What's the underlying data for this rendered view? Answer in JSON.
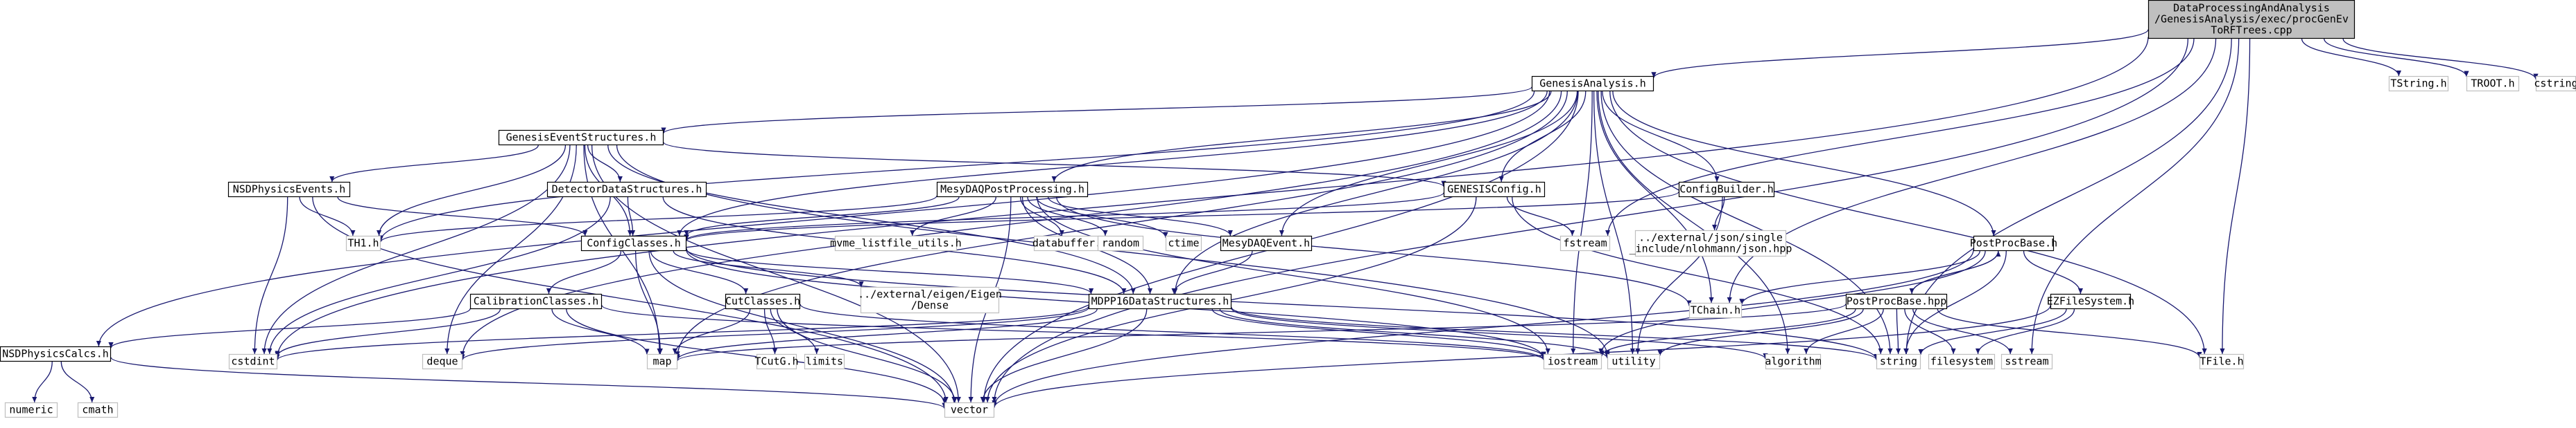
{
  "colors": {
    "edge": "#191970",
    "node_border": "#000000",
    "external_border": "#bfbfbf",
    "root_fill": "#bfbfbf",
    "node_fill": "#ffffff"
  },
  "nodes": [
    {
      "id": "root",
      "lines": [
        "DataProcessingAndAnalysis",
        "/GenesisAnalysis/exec/procGenEv",
        "ToRFTrees.cpp"
      ],
      "kind": "root"
    },
    {
      "id": "GenesisAnalysis",
      "lines": [
        "GenesisAnalysis.h"
      ],
      "kind": "internal"
    },
    {
      "id": "TString",
      "lines": [
        "TString.h"
      ],
      "kind": "external"
    },
    {
      "id": "TROOT",
      "lines": [
        "TROOT.h"
      ],
      "kind": "external"
    },
    {
      "id": "cstring",
      "lines": [
        "cstring"
      ],
      "kind": "external"
    },
    {
      "id": "GenesisEventStructures",
      "lines": [
        "GenesisEventStructures.h"
      ],
      "kind": "internal"
    },
    {
      "id": "NSDPhysicsEvents",
      "lines": [
        "NSDPhysicsEvents.h"
      ],
      "kind": "internal"
    },
    {
      "id": "DetectorDataStructures",
      "lines": [
        "DetectorDataStructures.h"
      ],
      "kind": "internal"
    },
    {
      "id": "MesyDAQPostProcessing",
      "lines": [
        "MesyDAQPostProcessing.h"
      ],
      "kind": "internal"
    },
    {
      "id": "GENESISConfig",
      "lines": [
        "GENESISConfig.h"
      ],
      "kind": "internal"
    },
    {
      "id": "ConfigBuilder",
      "lines": [
        "ConfigBuilder.h"
      ],
      "kind": "internal"
    },
    {
      "id": "TH1",
      "lines": [
        "TH1.h"
      ],
      "kind": "external"
    },
    {
      "id": "ConfigClasses",
      "lines": [
        "ConfigClasses.h"
      ],
      "kind": "internal"
    },
    {
      "id": "mvme",
      "lines": [
        "mvme_listfile_utils.h"
      ],
      "kind": "external"
    },
    {
      "id": "databuffer",
      "lines": [
        "databuffer.h"
      ],
      "kind": "external"
    },
    {
      "id": "random",
      "lines": [
        "random"
      ],
      "kind": "external"
    },
    {
      "id": "ctime",
      "lines": [
        "ctime"
      ],
      "kind": "external"
    },
    {
      "id": "MesyDAQEvent",
      "lines": [
        "MesyDAQEvent.h"
      ],
      "kind": "internal"
    },
    {
      "id": "fstream",
      "lines": [
        "fstream"
      ],
      "kind": "external"
    },
    {
      "id": "json",
      "lines": [
        "../external/json/single",
        "_include/nlohmann/json.hpp"
      ],
      "kind": "external"
    },
    {
      "id": "PostProcBaseH",
      "lines": [
        "PostProcBase.h"
      ],
      "kind": "internal"
    },
    {
      "id": "CalibrationClasses",
      "lines": [
        "CalibrationClasses.h"
      ],
      "kind": "internal"
    },
    {
      "id": "CutClasses",
      "lines": [
        "CutClasses.h"
      ],
      "kind": "internal"
    },
    {
      "id": "eigen",
      "lines": [
        "../external/eigen/Eigen",
        "/Dense"
      ],
      "kind": "external"
    },
    {
      "id": "MDPP16",
      "lines": [
        "MDPP16DataStructures.h"
      ],
      "kind": "internal"
    },
    {
      "id": "TChain",
      "lines": [
        "TChain.h"
      ],
      "kind": "external"
    },
    {
      "id": "PostProcBaseHpp",
      "lines": [
        "PostProcBase.hpp"
      ],
      "kind": "internal"
    },
    {
      "id": "EZFileSystem",
      "lines": [
        "EZFileSystem.h"
      ],
      "kind": "internal"
    },
    {
      "id": "NSDPhysicsCalcs",
      "lines": [
        "NSDPhysicsCalcs.h"
      ],
      "kind": "internal"
    },
    {
      "id": "cstdint",
      "lines": [
        "cstdint"
      ],
      "kind": "external"
    },
    {
      "id": "deque",
      "lines": [
        "deque"
      ],
      "kind": "external"
    },
    {
      "id": "map",
      "lines": [
        "map"
      ],
      "kind": "external"
    },
    {
      "id": "TCutG",
      "lines": [
        "TCutG.h"
      ],
      "kind": "external"
    },
    {
      "id": "limits",
      "lines": [
        "limits"
      ],
      "kind": "external"
    },
    {
      "id": "iostream",
      "lines": [
        "iostream"
      ],
      "kind": "external"
    },
    {
      "id": "utility",
      "lines": [
        "utility"
      ],
      "kind": "external"
    },
    {
      "id": "algorithm",
      "lines": [
        "algorithm"
      ],
      "kind": "external"
    },
    {
      "id": "string",
      "lines": [
        "string"
      ],
      "kind": "external"
    },
    {
      "id": "filesystem",
      "lines": [
        "filesystem"
      ],
      "kind": "external"
    },
    {
      "id": "sstream",
      "lines": [
        "sstream"
      ],
      "kind": "external"
    },
    {
      "id": "TFile",
      "lines": [
        "TFile.h"
      ],
      "kind": "external"
    },
    {
      "id": "numeric",
      "lines": [
        "numeric"
      ],
      "kind": "external"
    },
    {
      "id": "cmath",
      "lines": [
        "cmath"
      ],
      "kind": "external"
    },
    {
      "id": "vector",
      "lines": [
        "vector"
      ],
      "kind": "external"
    }
  ],
  "edges": [
    [
      "root",
      "GenesisAnalysis"
    ],
    [
      "root",
      "TString"
    ],
    [
      "root",
      "TROOT"
    ],
    [
      "root",
      "cstring"
    ],
    [
      "root",
      "TChain"
    ],
    [
      "root",
      "fstream"
    ],
    [
      "root",
      "cstdint"
    ],
    [
      "root",
      "sstream"
    ],
    [
      "root",
      "TFile"
    ],
    [
      "root",
      "string"
    ],
    [
      "root",
      "vector"
    ],
    [
      "GenesisAnalysis",
      "GenesisEventStructures"
    ],
    [
      "GenesisAnalysis",
      "MesyDAQPostProcessing"
    ],
    [
      "GenesisAnalysis",
      "GENESISConfig"
    ],
    [
      "GenesisAnalysis",
      "ConfigBuilder"
    ],
    [
      "GenesisAnalysis",
      "PostProcBaseH"
    ],
    [
      "GenesisAnalysis",
      "MesyDAQEvent"
    ],
    [
      "GenesisAnalysis",
      "MDPP16"
    ],
    [
      "GenesisAnalysis",
      "NSDPhysicsCalcs"
    ],
    [
      "GenesisAnalysis",
      "TH1"
    ],
    [
      "GenesisAnalysis",
      "ConfigClasses"
    ],
    [
      "GenesisAnalysis",
      "TChain"
    ],
    [
      "GenesisAnalysis",
      "iostream"
    ],
    [
      "GenesisAnalysis",
      "utility"
    ],
    [
      "GenesisAnalysis",
      "algorithm"
    ],
    [
      "GenesisAnalysis",
      "string"
    ],
    [
      "GenesisAnalysis",
      "TFile"
    ],
    [
      "GenesisAnalysis",
      "vector"
    ],
    [
      "GenesisAnalysis",
      "deque"
    ],
    [
      "GenesisAnalysis",
      "map"
    ],
    [
      "GenesisEventStructures",
      "NSDPhysicsEvents"
    ],
    [
      "GenesisEventStructures",
      "DetectorDataStructures"
    ],
    [
      "GenesisEventStructures",
      "ConfigClasses"
    ],
    [
      "GenesisEventStructures",
      "MDPP16"
    ],
    [
      "GenesisEventStructures",
      "GENESISConfig"
    ],
    [
      "GenesisEventStructures",
      "TH1"
    ],
    [
      "GenesisEventStructures",
      "cstdint"
    ],
    [
      "GenesisEventStructures",
      "deque"
    ],
    [
      "GenesisEventStructures",
      "map"
    ],
    [
      "GenesisEventStructures",
      "vector"
    ],
    [
      "GenesisEventStructures",
      "utility"
    ],
    [
      "NSDPhysicsEvents",
      "ConfigClasses"
    ],
    [
      "NSDPhysicsEvents",
      "TH1"
    ],
    [
      "NSDPhysicsEvents",
      "cstdint"
    ],
    [
      "NSDPhysicsEvents",
      "vector"
    ],
    [
      "DetectorDataStructures",
      "ConfigClasses"
    ],
    [
      "DetectorDataStructures",
      "MDPP16"
    ],
    [
      "DetectorDataStructures",
      "cstdint"
    ],
    [
      "MesyDAQPostProcessing",
      "ConfigClasses"
    ],
    [
      "MesyDAQPostProcessing",
      "mvme"
    ],
    [
      "MesyDAQPostProcessing",
      "databuffer"
    ],
    [
      "MesyDAQPostProcessing",
      "random"
    ],
    [
      "MesyDAQPostProcessing",
      "ctime"
    ],
    [
      "MesyDAQPostProcessing",
      "MesyDAQEvent"
    ],
    [
      "MesyDAQPostProcessing",
      "MDPP16"
    ],
    [
      "MesyDAQPostProcessing",
      "TChain"
    ],
    [
      "MesyDAQPostProcessing",
      "iostream"
    ],
    [
      "MesyDAQPostProcessing",
      "vector"
    ],
    [
      "MesyDAQPostProcessing",
      "TH1"
    ],
    [
      "GENESISConfig",
      "ConfigClasses"
    ],
    [
      "GENESISConfig",
      "fstream"
    ],
    [
      "GENESISConfig",
      "string"
    ],
    [
      "GENESISConfig",
      "vector"
    ],
    [
      "ConfigBuilder",
      "ConfigClasses"
    ],
    [
      "ConfigBuilder",
      "json"
    ],
    [
      "ConfigBuilder",
      "utility"
    ],
    [
      "ConfigClasses",
      "CalibrationClasses"
    ],
    [
      "ConfigClasses",
      "CutClasses"
    ],
    [
      "ConfigClasses",
      "eigen"
    ],
    [
      "ConfigClasses",
      "MDPP16"
    ],
    [
      "ConfigClasses",
      "map"
    ],
    [
      "ConfigClasses",
      "vector"
    ],
    [
      "ConfigClasses",
      "string"
    ],
    [
      "ConfigClasses",
      "iostream"
    ],
    [
      "CalibrationClasses",
      "NSDPhysicsCalcs"
    ],
    [
      "CalibrationClasses",
      "map"
    ],
    [
      "CalibrationClasses",
      "cstdint"
    ],
    [
      "CalibrationClasses",
      "vector"
    ],
    [
      "CalibrationClasses",
      "iostream"
    ],
    [
      "CutClasses",
      "TCutG"
    ],
    [
      "CutClasses",
      "limits"
    ],
    [
      "CutClasses",
      "map"
    ],
    [
      "CutClasses",
      "vector"
    ],
    [
      "CutClasses",
      "iostream"
    ],
    [
      "MesyDAQEvent",
      "MDPP16"
    ],
    [
      "MDPP16",
      "cstdint"
    ],
    [
      "MDPP16",
      "deque"
    ],
    [
      "MDPP16",
      "map"
    ],
    [
      "MDPP16",
      "iostream"
    ],
    [
      "MDPP16",
      "utility"
    ],
    [
      "MDPP16",
      "algorithm"
    ],
    [
      "MDPP16",
      "string"
    ],
    [
      "MDPP16",
      "vector"
    ],
    [
      "PostProcBaseH",
      "PostProcBaseHpp"
    ],
    [
      "PostProcBaseH",
      "EZFileSystem"
    ],
    [
      "PostProcBaseH",
      "TChain"
    ],
    [
      "PostProcBaseH",
      "iostream"
    ],
    [
      "PostProcBaseH",
      "string"
    ],
    [
      "PostProcBaseH",
      "vector"
    ],
    [
      "PostProcBaseHpp",
      "PostProcBaseH"
    ],
    [
      "PostProcBaseHpp",
      "iostream"
    ],
    [
      "PostProcBaseHpp",
      "utility"
    ],
    [
      "PostProcBaseHpp",
      "algorithm"
    ],
    [
      "PostProcBaseHpp",
      "string"
    ],
    [
      "PostProcBaseHpp",
      "filesystem"
    ],
    [
      "PostProcBaseHpp",
      "sstream"
    ],
    [
      "PostProcBaseHpp",
      "TFile"
    ],
    [
      "PostProcBaseHpp",
      "map"
    ],
    [
      "EZFileSystem",
      "string"
    ],
    [
      "EZFileSystem",
      "filesystem"
    ],
    [
      "EZFileSystem",
      "vector"
    ],
    [
      "NSDPhysicsCalcs",
      "numeric"
    ],
    [
      "NSDPhysicsCalcs",
      "cmath"
    ],
    [
      "NSDPhysicsCalcs",
      "vector"
    ]
  ]
}
